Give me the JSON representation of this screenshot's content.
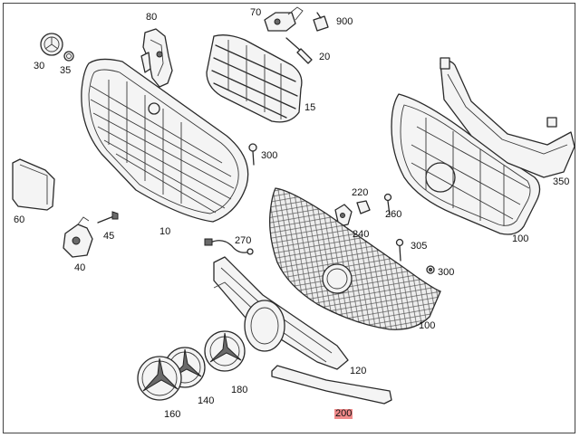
{
  "callouts": [
    {
      "id": "80",
      "text": "80"
    },
    {
      "id": "70",
      "text": "70"
    },
    {
      "id": "900",
      "text": "900"
    },
    {
      "id": "30",
      "text": "30"
    },
    {
      "id": "35",
      "text": "35"
    },
    {
      "id": "20",
      "text": "20"
    },
    {
      "id": "15",
      "text": "15"
    },
    {
      "id": "300a",
      "text": "300"
    },
    {
      "id": "60",
      "text": "60"
    },
    {
      "id": "45",
      "text": "45"
    },
    {
      "id": "40",
      "text": "40"
    },
    {
      "id": "10",
      "text": "10"
    },
    {
      "id": "270",
      "text": "270"
    },
    {
      "id": "220",
      "text": "220"
    },
    {
      "id": "260",
      "text": "260"
    },
    {
      "id": "240",
      "text": "240"
    },
    {
      "id": "350",
      "text": "350"
    },
    {
      "id": "100a",
      "text": "100"
    },
    {
      "id": "305",
      "text": "305"
    },
    {
      "id": "300b",
      "text": "300"
    },
    {
      "id": "100b",
      "text": "100"
    },
    {
      "id": "120",
      "text": "120"
    },
    {
      "id": "180",
      "text": "180"
    },
    {
      "id": "140",
      "text": "140"
    },
    {
      "id": "160",
      "text": "160"
    },
    {
      "id": "200",
      "text": "200",
      "highlight": true
    }
  ],
  "colors": {
    "line": "#2a2a2a",
    "highlight": "#f08a8a",
    "frame": "#444444"
  }
}
